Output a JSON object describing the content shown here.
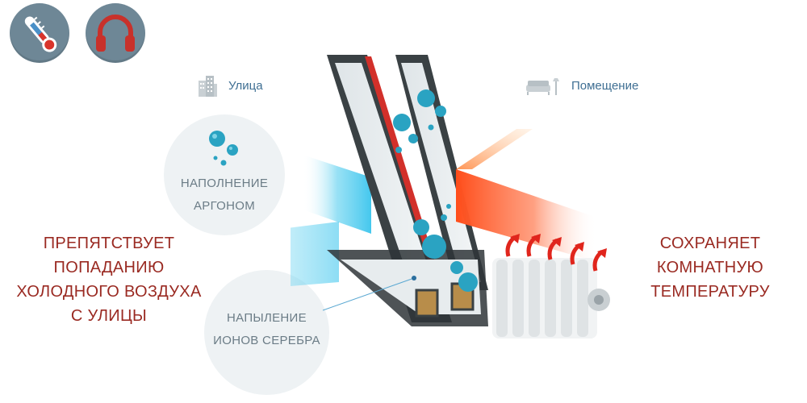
{
  "icons": {
    "thermometer": "thermometer-icon",
    "headphones": "headphones-icon",
    "building": "building-icon",
    "sofa": "sofa-icon"
  },
  "legend": {
    "street": "Улица",
    "room": "Помещение"
  },
  "bubbles": {
    "argon": [
      "НАПОЛНЕНИЕ",
      "АРГОНОМ"
    ],
    "silver": [
      "НАПЫЛЕНИЕ",
      "ИОНОВ СЕРЕБРА"
    ]
  },
  "captions": {
    "left": [
      "ПРЕПЯТСТВУЕТ",
      "ПОПАДАНИЮ",
      "ХОЛОДНОГО ВОЗДУХА",
      "С УЛИЦЫ"
    ],
    "right": [
      "СОХРАНЯЕТ",
      "КОМНАТНУЮ",
      "ТЕМПЕРАТУРУ"
    ]
  },
  "colors": {
    "icon_bg": "#6e8796",
    "caption": "#9a2a22",
    "legend": "#3f6f93",
    "cold": "#2fc1ec",
    "warm": "#ff5a1f",
    "argon_dots": "#2aa3c2"
  }
}
